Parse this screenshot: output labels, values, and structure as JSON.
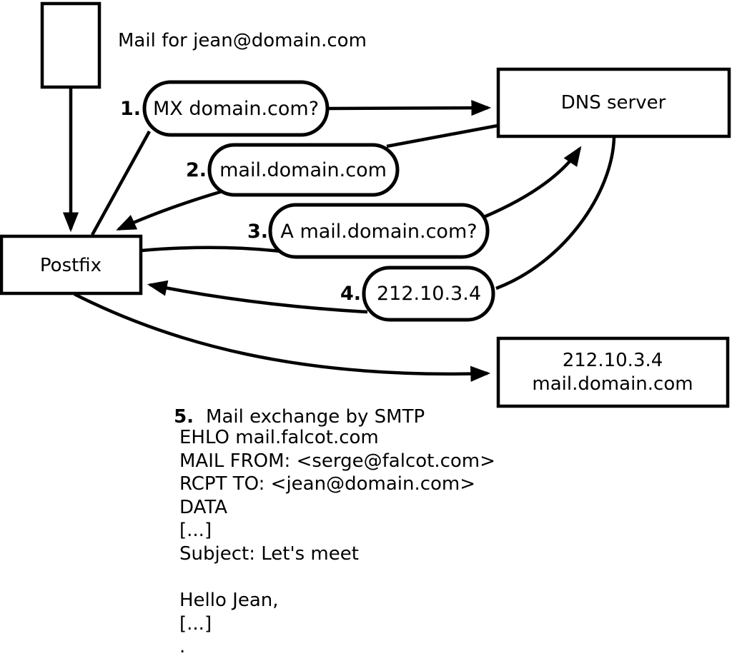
{
  "note": {
    "mail_for": "Mail for jean@domain.com"
  },
  "nodes": {
    "postfix": {
      "label": "Postfix"
    },
    "dns_server": {
      "label": "DNS server"
    },
    "mail_server": {
      "line1": "212.10.3.4",
      "line2": "mail.domain.com"
    }
  },
  "steps": [
    {
      "num": "1.",
      "label": "MX domain.com?"
    },
    {
      "num": "2.",
      "label": "mail.domain.com"
    },
    {
      "num": "3.",
      "label": "A mail.domain.com?"
    },
    {
      "num": "4.",
      "label": "212.10.3.4"
    },
    {
      "num": "5.",
      "label": "Mail exchange by SMTP"
    }
  ],
  "smtp_session": {
    "lines": [
      "EHLO mail.falcot.com",
      "MAIL FROM: <serge@falcot.com>",
      "RCPT TO: <jean@domain.com>",
      "DATA",
      "[...]",
      "Subject: Let's meet",
      "",
      "Hello Jean,",
      "[...]",
      "."
    ]
  },
  "colors": {
    "stroke": "#000000",
    "background": "#ffffff"
  }
}
